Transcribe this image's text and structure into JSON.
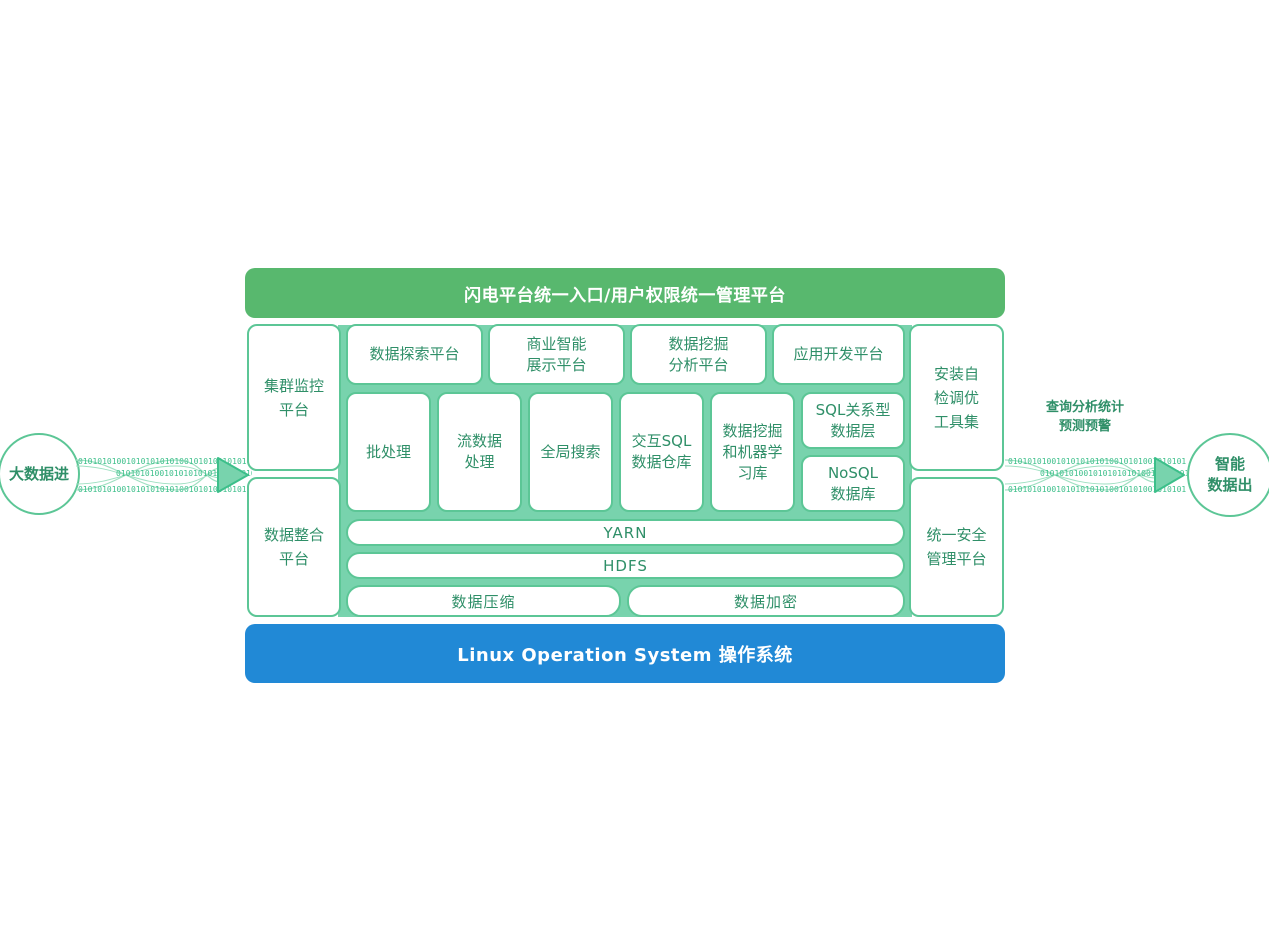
{
  "header": {
    "title": "闪电平台统一入口/用户权限统一管理平台"
  },
  "footer": {
    "title": "Linux Operation System 操作系统"
  },
  "input_circle": {
    "label": "大数据进"
  },
  "output_circle": {
    "label_line1": "智能",
    "label_line2": "数据出"
  },
  "output_note": {
    "line1": "查询分析统计",
    "line2": "预测预警"
  },
  "left_panels": [
    {
      "line1": "集群监控",
      "line2": "平台"
    },
    {
      "line1": "数据整合",
      "line2": "平台"
    }
  ],
  "right_panels": [
    {
      "line1": "安装自",
      "line2": "检调优",
      "line3": "工具集"
    },
    {
      "line1": "统一安全",
      "line2": "管理平台"
    }
  ],
  "top_modules": [
    {
      "line1": "数据探索平台"
    },
    {
      "line1": "商业智能",
      "line2": "展示平台"
    },
    {
      "line1": "数据挖掘",
      "line2": "分析平台"
    },
    {
      "line1": "应用开发平台"
    }
  ],
  "middle_modules": [
    {
      "line1": "批处理"
    },
    {
      "line1": "流数据",
      "line2": "处理"
    },
    {
      "line1": "全局搜索"
    },
    {
      "line1": "交互SQL",
      "line2": "数据仓库"
    },
    {
      "line1": "数据挖掘",
      "line2": "和机器学",
      "line3": "习库"
    }
  ],
  "db_modules": [
    {
      "line1": "SQL关系型",
      "line2": "数据层"
    },
    {
      "line1": "NoSQL",
      "line2": "数据库"
    }
  ],
  "layers": {
    "yarn": "YARN",
    "hdfs": "HDFS",
    "compress": "数据压缩",
    "encrypt": "数据加密"
  },
  "binary_stream": "0101010100101010101010010101001010101",
  "colors": {
    "green_header": "#58b86e",
    "blue_footer": "#2189d6",
    "green_fill": "#78d3ad",
    "green_border": "#5cc696",
    "text_green": "#2f8f68"
  }
}
